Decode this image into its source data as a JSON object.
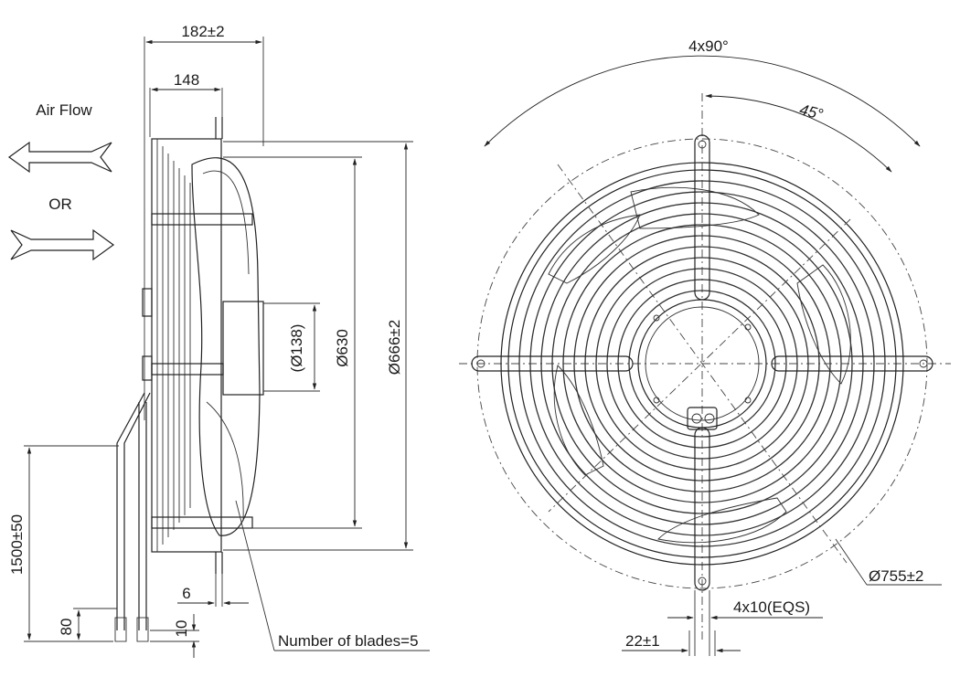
{
  "side_view": {
    "dim_overall_depth": "182±2",
    "dim_depth": "148",
    "dim_hub": "(Ø138)",
    "dim_blade": "Ø630",
    "dim_guard": "Ø666±2",
    "dim_cable_length": "1500±50",
    "dim_80": "80",
    "dim_10": "10",
    "dim_6": "6",
    "blades_note": "Number of blades=5"
  },
  "airflow": {
    "label": "Air Flow",
    "or_label": "OR"
  },
  "front_view": {
    "angle_total": "4x90°",
    "angle_45": "45°",
    "dim_mount_circle": "Ø755±2",
    "dim_holes": "4x10(EQS)",
    "dim_foot": "22±1"
  }
}
